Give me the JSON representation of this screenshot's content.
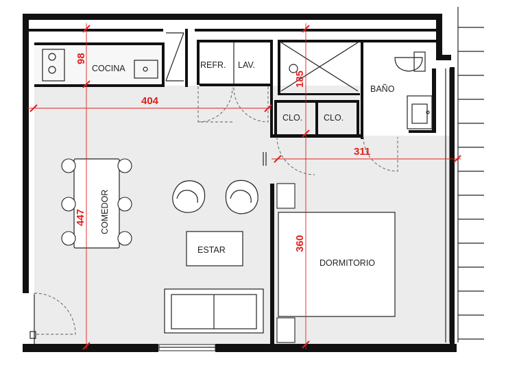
{
  "rooms": {
    "cocina": "COCINA",
    "refr": "REFR.",
    "lav": "LAV.",
    "bano": "BAÑO",
    "clo1": "CLO.",
    "clo2": "CLO.",
    "comedor": "COMEDOR",
    "estar": "ESTAR",
    "dormitorio": "DORMITORIO"
  },
  "dimensions": {
    "d98": "98",
    "d404": "404",
    "d185": "185",
    "d311": "311",
    "d447": "447",
    "d360": "360"
  },
  "colors": {
    "wall": "#111111",
    "floor": "#ececec",
    "dimension": "#e0201b"
  }
}
